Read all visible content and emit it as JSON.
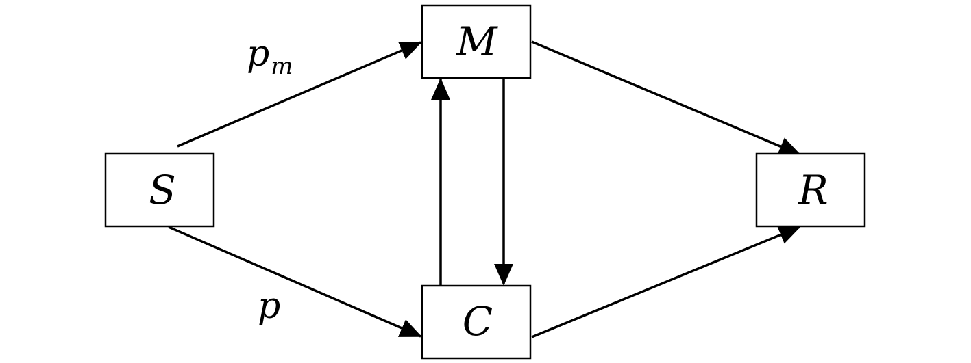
{
  "nodes": {
    "s": "S",
    "m": "M",
    "c": "C",
    "r": "R"
  },
  "edges": {
    "s_to_m_label": "p",
    "s_to_m_label_sub": "m",
    "s_to_c_label": "p"
  }
}
